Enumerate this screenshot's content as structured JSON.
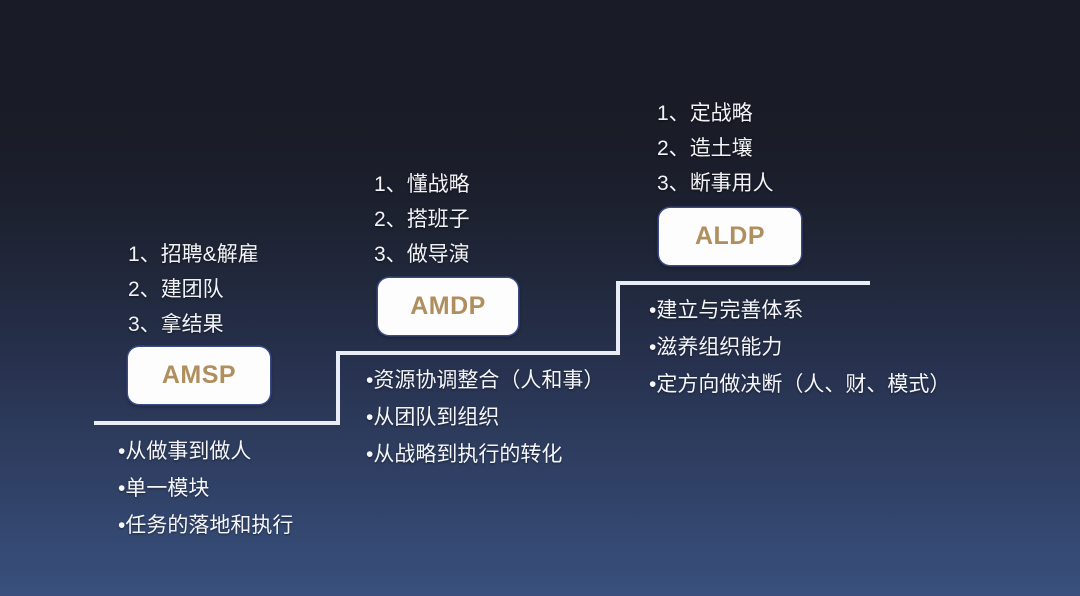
{
  "meta": {
    "title": "管理者能力成长阶梯",
    "background": {
      "top_color": "#191b26",
      "bottom_color": "#39507c"
    },
    "accent_gold": "#b08f5f",
    "box_fill": "#fdfdfd",
    "line_color": "#e9edf5",
    "text_color": "#f1f3f7"
  },
  "stages": [
    {
      "id": "amsp",
      "label": "AMSP",
      "numbered": [
        {
          "index": "1、",
          "text": "招聘&解雇"
        },
        {
          "index": "2、",
          "text": "建团队"
        },
        {
          "index": "3、",
          "text": "拿结果"
        }
      ],
      "bullets": [
        {
          "marker": "•",
          "text": "从做事到做人"
        },
        {
          "marker": "•",
          "text": "单一模块"
        },
        {
          "marker": "•",
          "text": "任务的落地和执行"
        }
      ]
    },
    {
      "id": "amdp",
      "label": "AMDP",
      "numbered": [
        {
          "index": "1、",
          "text": "懂战略"
        },
        {
          "index": "2、",
          "text": "搭班子"
        },
        {
          "index": "3、",
          "text": "做导演"
        }
      ],
      "bullets": [
        {
          "marker": "•",
          "text": "资源协调整合（人和事）"
        },
        {
          "marker": "•",
          "text": "从团队到组织"
        },
        {
          "marker": "•",
          "text": "从战略到执行的转化"
        }
      ]
    },
    {
      "id": "aldp",
      "label": "ALDP",
      "numbered": [
        {
          "index": "1、",
          "text": "定战略"
        },
        {
          "index": "2、",
          "text": "造土壤"
        },
        {
          "index": "3、",
          "text": "断事用人"
        }
      ],
      "bullets": [
        {
          "marker": "•",
          "text": "建立与完善体系"
        },
        {
          "marker": "•",
          "text": "滋养组织能力"
        },
        {
          "marker": "•",
          "text": "定方向做决断（人、财、模式）"
        }
      ]
    }
  ]
}
